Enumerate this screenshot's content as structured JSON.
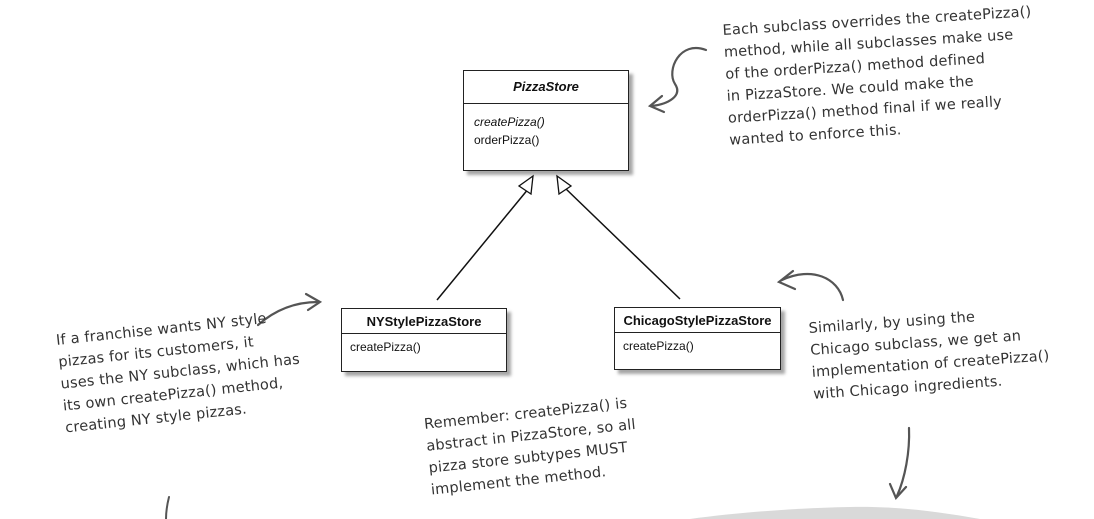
{
  "classes": {
    "pizza_store": {
      "name": "PizzaStore",
      "methods": [
        "createPizza()",
        "orderPizza()"
      ]
    },
    "ny_store": {
      "name": "NYStylePizzaStore",
      "methods": [
        "createPizza()"
      ]
    },
    "chicago_store": {
      "name": "ChicagoStylePizzaStore",
      "methods": [
        "createPizza()"
      ]
    }
  },
  "notes": {
    "top_right": [
      "Each subclass overrides the createPizza()",
      "method, while all subclasses make use",
      "of the orderPizza() method defined",
      "in PizzaStore. We could make the",
      "orderPizza() method final if we really",
      "wanted to enforce this."
    ],
    "left": [
      "If a franchise wants NY style",
      "pizzas for its customers, it",
      "uses the NY subclass, which has",
      "its own createPizza() method,",
      "creating NY style pizzas."
    ],
    "right": [
      "Similarly, by using the",
      "Chicago subclass, we get an",
      "implementation of createPizza()",
      "with Chicago ingredients."
    ],
    "bottom": [
      "Remember: createPizza() is",
      "abstract in PizzaStore, so all",
      "pizza store subtypes MUST",
      "implement the method."
    ]
  },
  "colors": {
    "ink": "#222222",
    "handwriting": "#333333",
    "shadow_gray": "#d9d9d9"
  }
}
